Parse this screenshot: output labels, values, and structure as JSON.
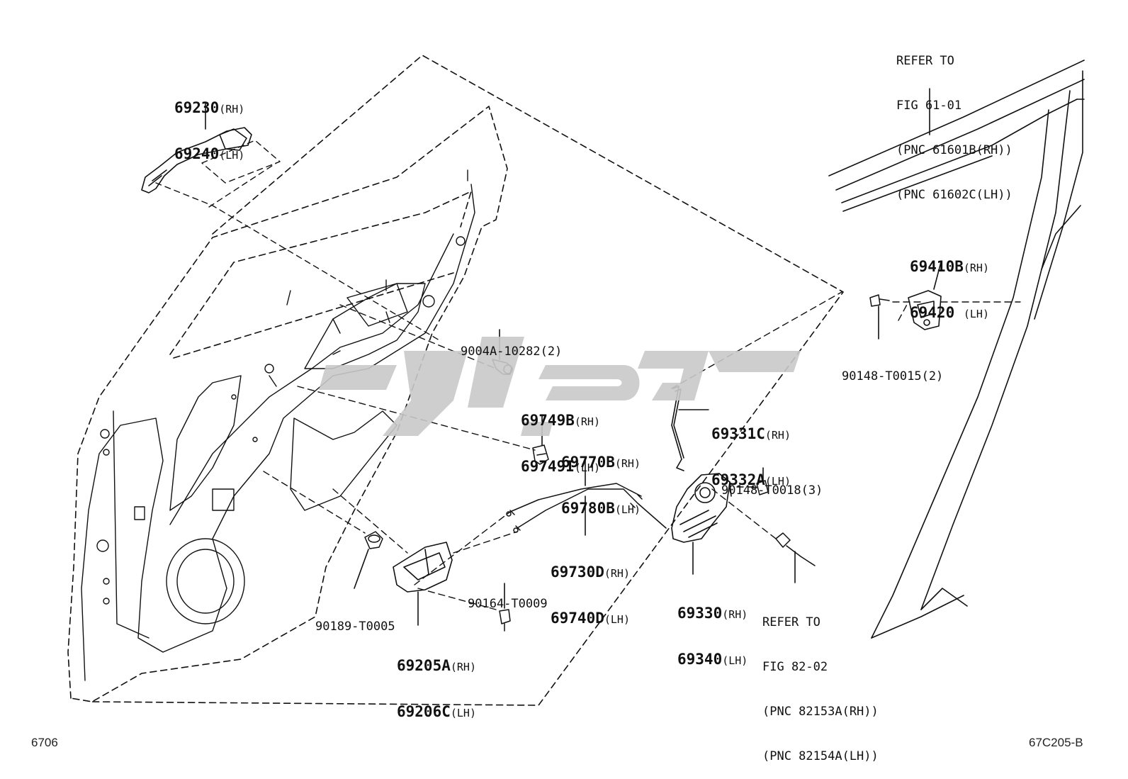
{
  "diagram": {
    "labels": {
      "outer_handle": [
        {
          "pn": "69230",
          "side": "(RH)"
        },
        {
          "pn": "69240",
          "side": "(LH)"
        }
      ],
      "striker": [
        {
          "pn": "69410B",
          "side": "(RH)"
        },
        {
          "pn": "69420 ",
          "side": "(LH)"
        }
      ],
      "striker_screw": [
        {
          "pn": "90148-T0015(2)",
          "side": ""
        }
      ],
      "handle_bolt": [
        {
          "pn": "9004A-10282(2)",
          "side": ""
        }
      ],
      "clip": [
        {
          "pn": "69749B",
          "side": "(RH)"
        },
        {
          "pn": "69749I",
          "side": "(LH)"
        }
      ],
      "lock_rod": [
        {
          "pn": "69331C",
          "side": "(RH)"
        },
        {
          "pn": "69332A",
          "side": "(LH)"
        }
      ],
      "cable_set": [
        {
          "pn": "69770B",
          "side": "(RH)"
        },
        {
          "pn": "69780B",
          "side": "(LH)"
        }
      ],
      "lock_screw": [
        {
          "pn": "90148-T0018(3)",
          "side": ""
        }
      ],
      "cable": [
        {
          "pn": "69730D",
          "side": "(RH)"
        },
        {
          "pn": "69740D",
          "side": "(LH)"
        }
      ],
      "inner_screw": [
        {
          "pn": "90164-T0009",
          "side": ""
        }
      ],
      "grommet": [
        {
          "pn": "90189-T0005",
          "side": ""
        }
      ],
      "inner_handle": [
        {
          "pn": "69205A",
          "side": "(RH)"
        },
        {
          "pn": "69206C",
          "side": "(LH)"
        }
      ],
      "door_lock": [
        {
          "pn": "69330",
          "side": "(RH)"
        },
        {
          "pn": "69340",
          "side": "(LH)"
        }
      ]
    },
    "refs": {
      "body_ref": [
        "REFER TO",
        "FIG 61-01",
        "(PNC 61601B(RH))",
        "(PNC 61602C(LH))"
      ],
      "wire_ref": [
        "REFER TO",
        "FIG 82-02",
        "(PNC 82153A(RH))",
        "(PNC 82154A(LH))"
      ]
    },
    "footer": {
      "left_code": "6706",
      "right_code": "67C205-B"
    },
    "colors": {
      "ink": "#111111",
      "watermark": "#c9c9c9",
      "background": "#ffffff"
    }
  }
}
